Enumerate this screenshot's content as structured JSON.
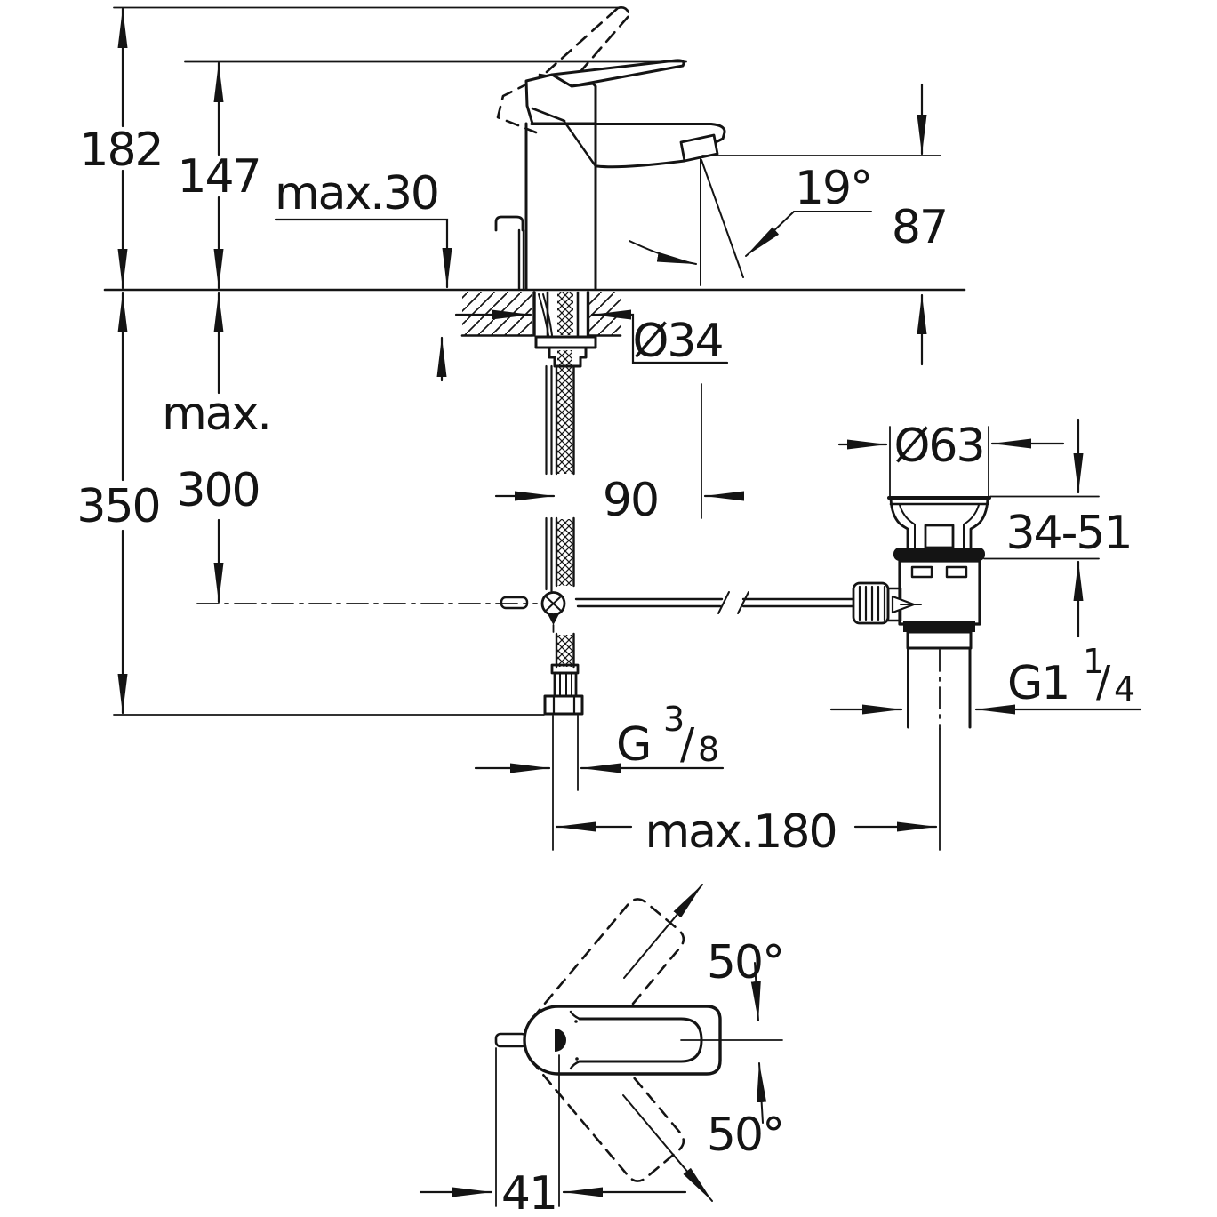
{
  "drawing": {
    "labels": {
      "overall_height": "182",
      "spout_tip_height": "147",
      "max_deck_thickness": "max.30",
      "spout_angle": "19°",
      "outlet_height": "87",
      "hole_diameter": "Ø34",
      "max_label": "max.",
      "max_hose_drop": "300",
      "supply_drop": "350",
      "spout_reach": "90",
      "waste_flange_diameter": "Ø63",
      "waste_clamp_range": "34-51",
      "max_center_distance": "max.180",
      "swing_angle_upper": "50°",
      "swing_angle_lower": "50°",
      "handle_offset": "41",
      "supply_thread_base": "G",
      "supply_thread_numerator": "3",
      "supply_thread_slash": "/",
      "supply_thread_denominator": "8",
      "waste_thread_base": "G1",
      "waste_thread_numerator": "1",
      "waste_thread_slash": "/",
      "waste_thread_denominator": "4"
    },
    "colors": {
      "line": "#141414",
      "background": "#ffffff"
    }
  }
}
